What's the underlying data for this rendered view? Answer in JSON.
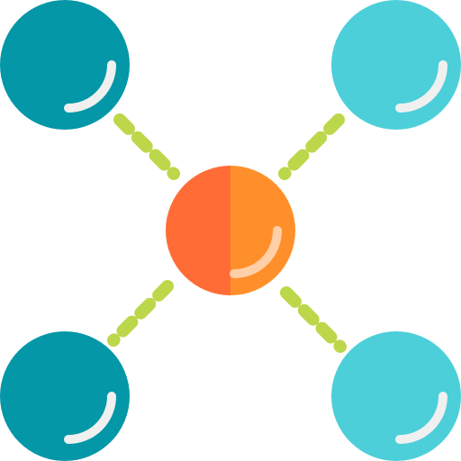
{
  "icon": {
    "name": "network-nodes-icon",
    "colors": {
      "node_dark": "#0397A7",
      "node_light": "#4CCFD9",
      "hub_left": "#FF6C36",
      "hub_right": "#FF8F2A",
      "hub_highlight": "#FFD0A8",
      "node_highlight": "#F0F0F0",
      "connector": "#BCD74A"
    },
    "nodes": [
      {
        "id": "top-left",
        "shade": "dark"
      },
      {
        "id": "top-right",
        "shade": "light"
      },
      {
        "id": "bottom-left",
        "shade": "dark"
      },
      {
        "id": "bottom-right",
        "shade": "light"
      }
    ],
    "hub": {
      "id": "center",
      "shade": "split"
    }
  }
}
